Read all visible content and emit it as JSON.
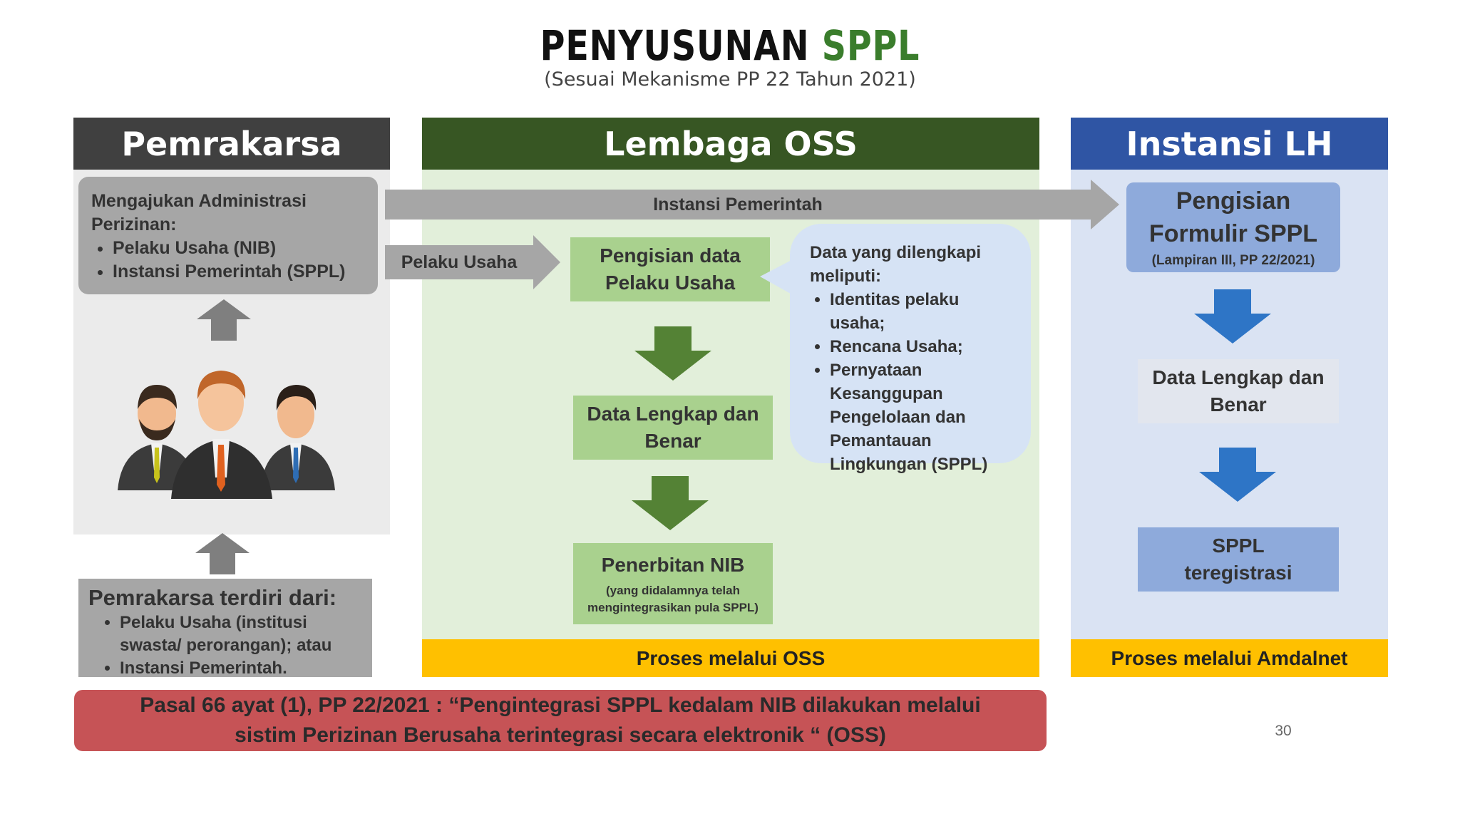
{
  "header": {
    "title_main": "PENYUSUNAN ",
    "title_accent": "SPPL",
    "subtitle": "(Sesuai Mekanisme PP 22 Tahun 2021)"
  },
  "colors": {
    "pemrakarsa_header": "#404040",
    "oss_header": "#375623",
    "lh_header": "#2f55a4",
    "oss_green_box": "#a9d18e",
    "lh_blue_box": "#8eaadb",
    "yellow_bar": "#ffc000",
    "red_bar": "#c65356"
  },
  "pemrakarsa": {
    "header": "Pemrakarsa",
    "admin_title": "Mengajukan Administrasi Perizinan:",
    "admin_items": [
      "Pelaku Usaha (NIB)",
      "Instansi Pemerintah (SPPL)"
    ],
    "people_icon": "business-people-icon",
    "composition_title": "Pemrakarsa terdiri dari:",
    "composition_items": [
      "Pelaku Usaha (institusi swasta/ perorangan); atau",
      "Instansi Pemerintah."
    ]
  },
  "oss": {
    "header": "Lembaga OSS",
    "arrow_instansi": "Instansi Pemerintah",
    "arrow_pelaku": "Pelaku Usaha",
    "box1": "Pengisian data Pelaku Usaha",
    "box2": "Data Lengkap dan Benar",
    "box3_title": "Penerbitan NIB",
    "box3_note": "(yang didalamnya telah mengintegrasikan pula SPPL)",
    "callout_title": "Data yang dilengkapi meliputi:",
    "callout_items": [
      "Identitas pelaku usaha;",
      "Rencana Usaha;",
      "Pernyataan Kesanggupan Pengelolaan dan Pemantauan Lingkungan (SPPL)"
    ],
    "footer": "Proses melalui OSS"
  },
  "lh": {
    "header": "Instansi LH",
    "box1_title": "Pengisian Formulir SPPL",
    "box1_note": "(Lampiran III, PP 22/2021)",
    "box2": "Data Lengkap dan Benar",
    "box3": "SPPL teregistrasi",
    "footer": "Proses melalui Amdalnet"
  },
  "legal_note": "Pasal 66 ayat (1), PP 22/2021 : “Pengintegrasi SPPL kedalam NIB dilakukan melalui sistim Perizinan Berusaha terintegrasi secara elektronik “ (OSS)",
  "page_number": "30"
}
